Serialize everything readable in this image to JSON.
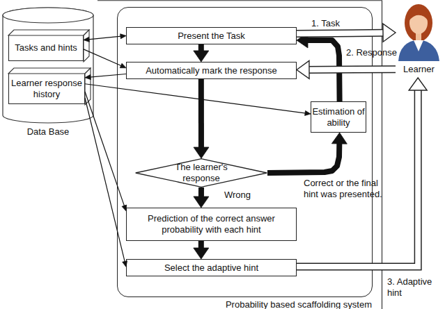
{
  "diagram": {
    "nodes": [
      {
        "text": [
          "Data Base"
        ]
      },
      {
        "text": [
          "Tasks and hints"
        ],
        "in": 0
      },
      {
        "text": [
          "Learner response history"
        ],
        "in": 0
      },
      {
        "text": [
          "Probability based scaffolding system"
        ]
      },
      {
        "text": [
          "Present the Task"
        ],
        "in": 3
      },
      {
        "text": [
          "Automatically mark the response"
        ],
        "in": 3
      },
      {
        "text": [
          "Estimation of ability"
        ],
        "in": 3
      },
      {
        "text": [
          "The learner's response"
        ],
        "in": 3
      },
      {
        "text": [
          "Prediction of the correct answer probability with each hint"
        ],
        "in": 3
      },
      {
        "text": [
          "Select the adaptive hint"
        ],
        "in": 3
      },
      {
        "text": [
          "Learner"
        ]
      }
    ],
    "edges": [
      {
        "from": 1,
        "to": 4,
        "arrow": "both"
      },
      {
        "from": 1,
        "to": 5,
        "arrow": "to"
      },
      {
        "from": 5,
        "to": 2,
        "arrow": "to"
      },
      {
        "from": 2,
        "to": 6,
        "arrow": "to"
      },
      {
        "from": 2,
        "to": 8,
        "arrow": "to"
      },
      {
        "from": 2,
        "to": 9,
        "arrow": "to"
      },
      {
        "from": 4,
        "to": 5,
        "arrow": "to"
      },
      {
        "from": 5,
        "to": 7,
        "arrow": "to"
      },
      {
        "from": 7,
        "to": 6,
        "arrow": "to",
        "label": "Correct or the final hint was presented."
      },
      {
        "from": 6,
        "to": 4,
        "arrow": "to"
      },
      {
        "from": 7,
        "to": 8,
        "arrow": "to",
        "label": "Wrong"
      },
      {
        "from": 8,
        "to": 9,
        "arrow": "to"
      },
      {
        "from": 4,
        "to": 10,
        "arrow": "to",
        "label": "1. Task"
      },
      {
        "from": 10,
        "to": 5,
        "arrow": "to",
        "label": "2. Response"
      },
      {
        "from": 9,
        "to": 10,
        "arrow": "to",
        "label": "3. Adaptive hint"
      }
    ]
  }
}
